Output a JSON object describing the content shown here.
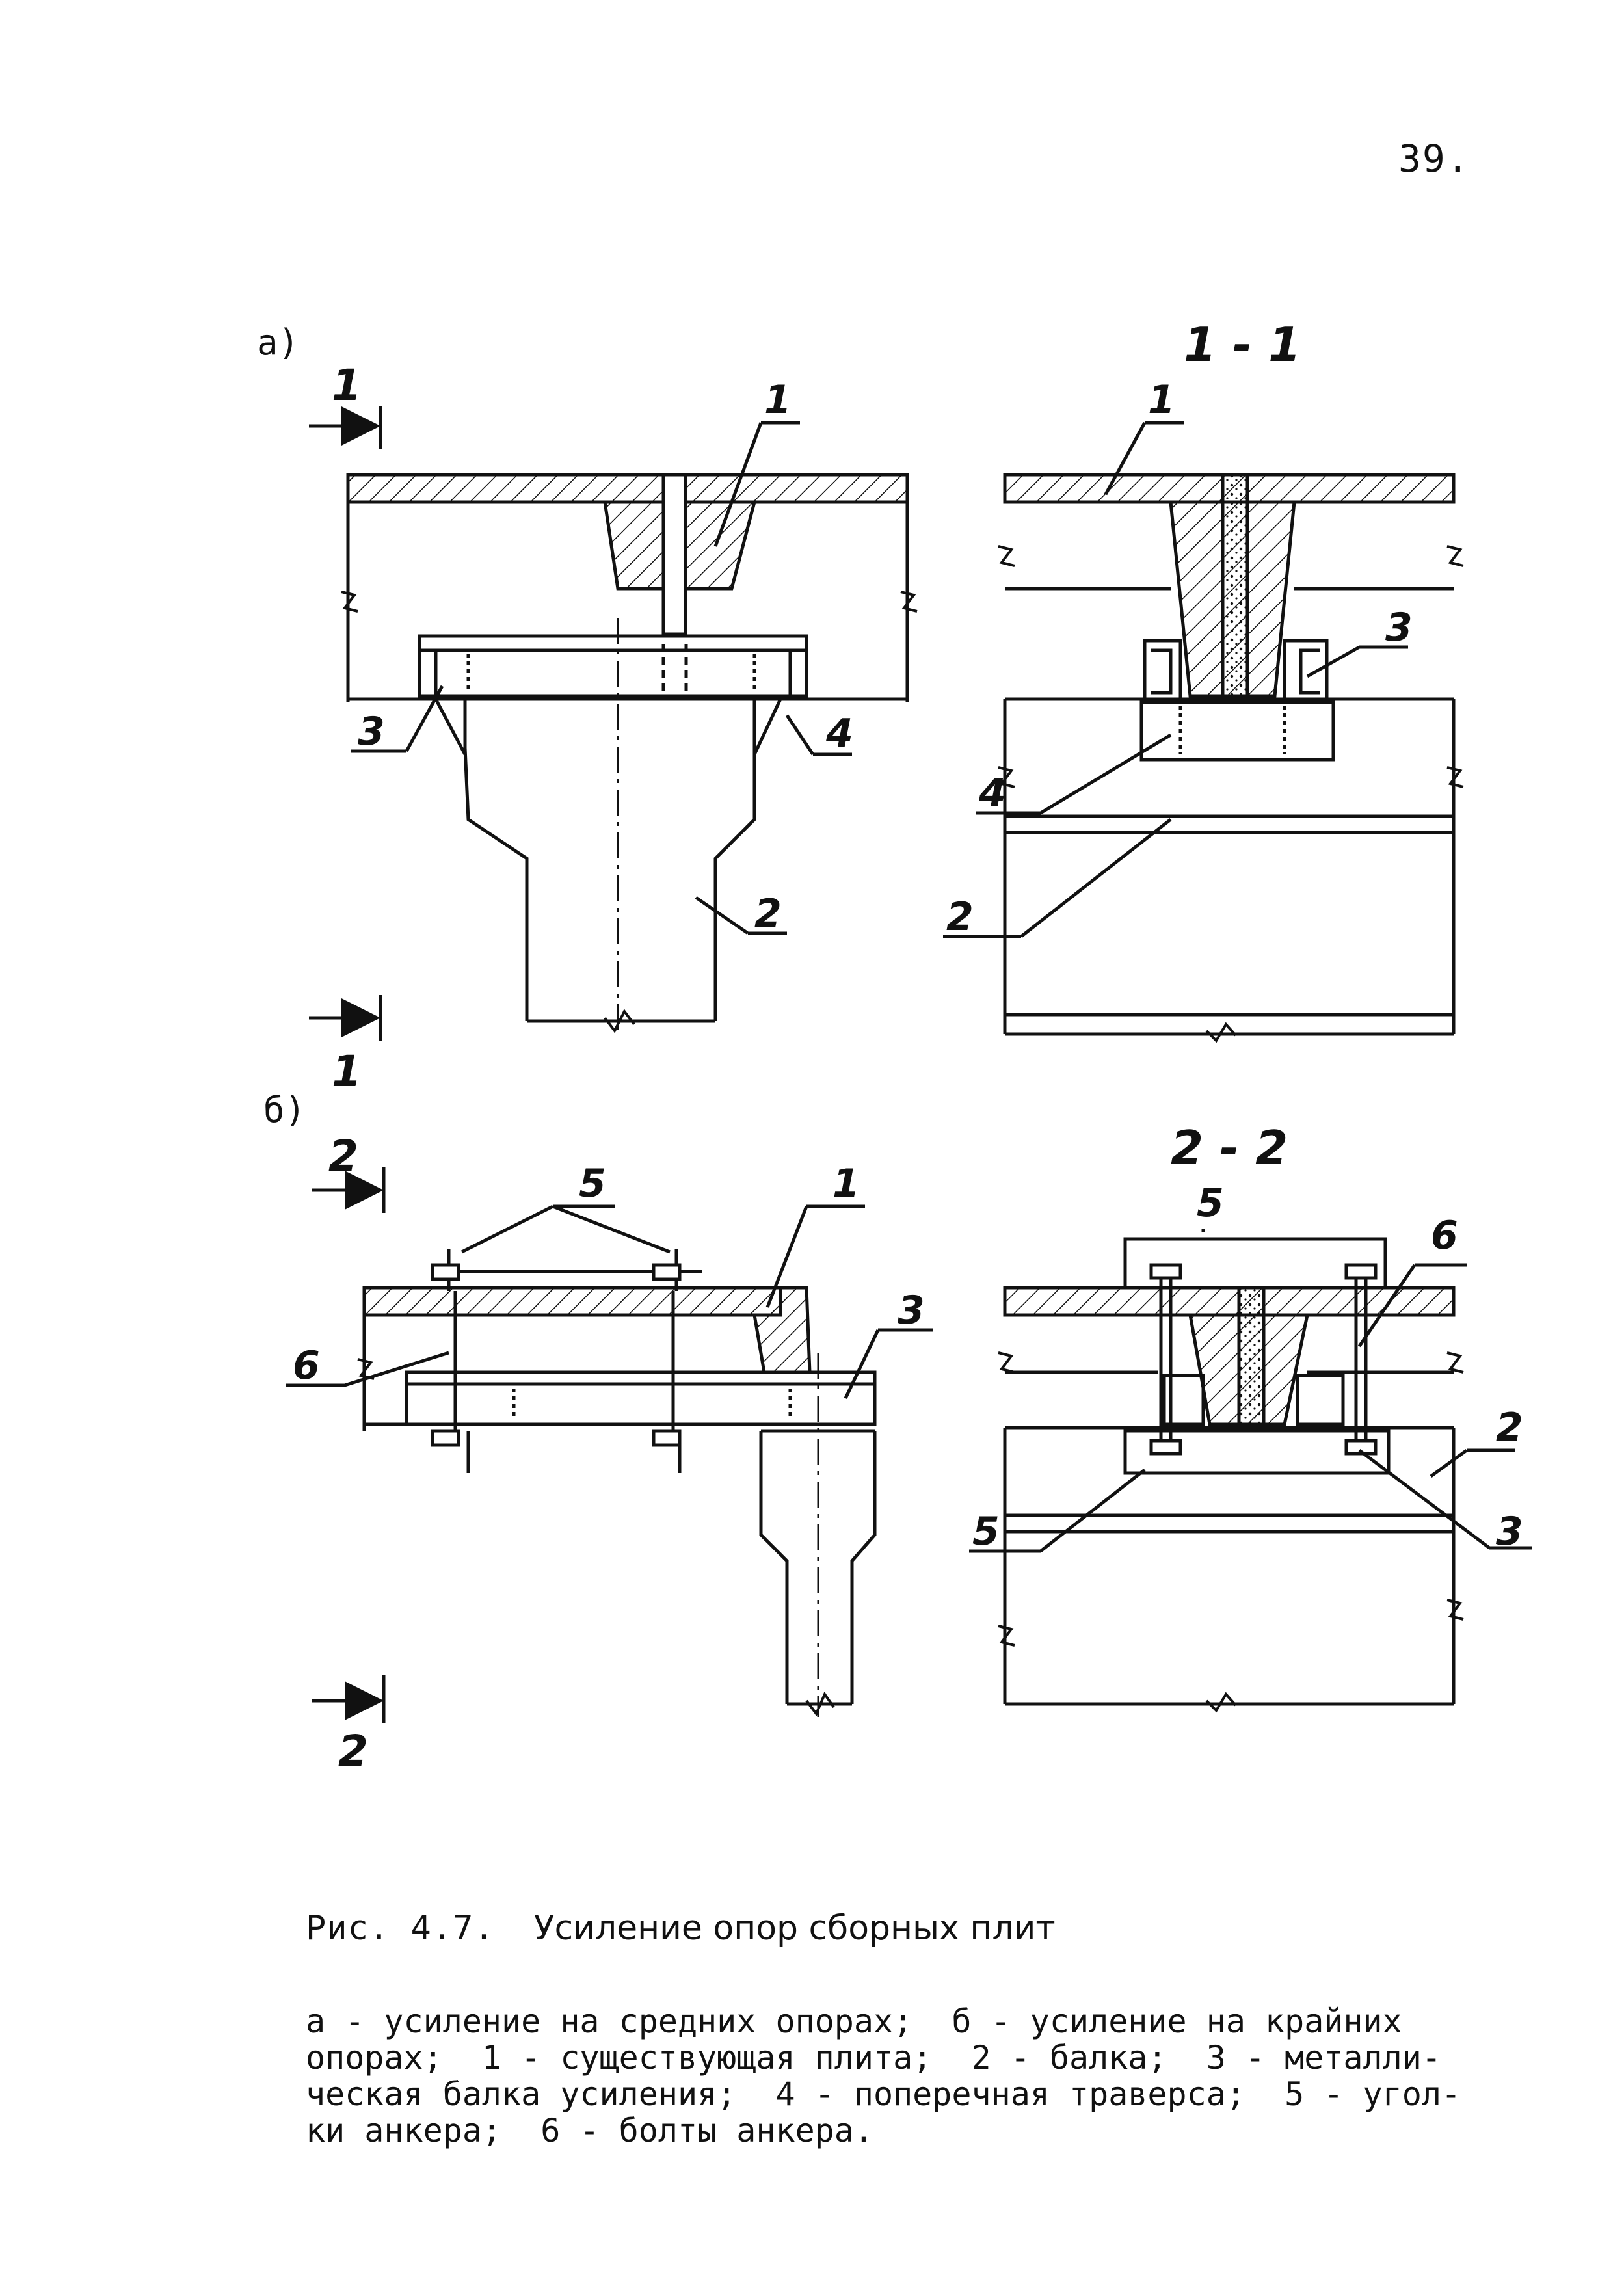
{
  "page_number": "39.",
  "panel_a": {
    "label": "а)",
    "section_title": "1 - 1",
    "cut_marks": [
      "1",
      "1"
    ],
    "callouts_left": [
      "1",
      "3",
      "4",
      "2"
    ],
    "callouts_right": [
      "1",
      "3",
      "4",
      "2"
    ]
  },
  "panel_b": {
    "label": "б)",
    "section_title": "2 - 2",
    "cut_marks": [
      "2",
      "2"
    ],
    "callouts_left": [
      "5",
      "1",
      "3",
      "6"
    ],
    "callouts_right": [
      "5",
      "6",
      "2",
      "5",
      "3"
    ]
  },
  "caption": {
    "number": "Рис. 4.7.",
    "title": "Усиление опор сборных плит"
  },
  "legend_lines": [
    "а - усиление на средних опорах;  б - усиление на крайних",
    "опорах;  1 - существующая плита;  2 - балка;  3 - металли-",
    "ческая балка усиления;  4 - поперечная траверса;  5 - угол-",
    "ки анкера;  6 - болты анкера."
  ],
  "colors": {
    "ink": "#111111",
    "paper": "#ffffff"
  }
}
